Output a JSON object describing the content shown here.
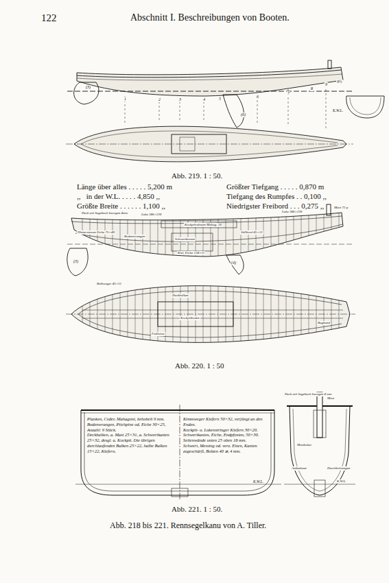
{
  "diagram": {
    "title": "Abschnitt I. Beschreibungen von Booten.",
    "caption": "Abb. 218 bis 221. Rennsegelkanu von A. Tiller.",
    "labels": [
      "122",
      "(3)",
      "1",
      "2",
      "3",
      "4",
      "5",
      "6",
      "7",
      "8",
      "9",
      "9½",
      "(6)",
      "K.W.L.",
      "Abb. 219. 1 : 50.",
      "Länge über alles . . . . . 5,200 m",
      ",,   in der W.L. . . . . 4,850 ,,",
      "Größte Breite . . . . . . 1,100 ,,",
      "Größter Tiefgang . . . . . 0,870 m",
      "Tiefgang des Rumpfes . . 0,100 ,,",
      "Niedrigster Freibord . . . 0,275 ,,",
      "Deck mit Segeltuch bezogen 4mm",
      "Luke 386×230",
      "Kockpitrahmen Mahag. 18",
      "Luke 386×230",
      "Mast 72 φ",
      "Süllbord 45×22",
      "Schwertkasten",
      "Kiel, Eiche 134×31",
      "Bodenwrangen",
      "Hinterstewen Eiche 75×40",
      "(3)",
      "(4)",
      "Balkweger 45×31",
      "Deckbalken",
      "Kockpitboden",
      "Fußleiste",
      "Bugband",
      "Abb. 220. 1 : 50",
      "Planken, Ceder, Mahagoni, behobelt 9 mm.",
      "Bodenwrangen, Pitchpine od. Eiche 30×25, Anzahl: 9 Stück.",
      "Deckbalken, a. Mast 25×31, a. Schwertkasten 25×32, desgl. a. Kockpit. Die übrigen durchlaufenden Balken 25×22, halbe Balken 15×22, Kiefern.",
      "Kimmweger Kiefern 50×32, verjüngt an den Enden.",
      "Kockpit- u. Lukenstringer Kiefern 30×20.",
      "Schwertkasten, Eiche, Endpfosten, 50×30.",
      "Seitenwände unten 25 oben 18 mm.",
      "Schwert, Messing od. verz. Eisen, Kanten zugeschärft, Bolzen 40 ⌀, 4 mm.",
      "Deck mit Segeltuch bezogen 4 mm",
      "Mast",
      "Mastkoker",
      "Außenhaut",
      "Durchbolzungen",
      "K.W.L.",
      "Abb. 221. 1 : 50.",
      "K.W.L."
    ]
  }
}
